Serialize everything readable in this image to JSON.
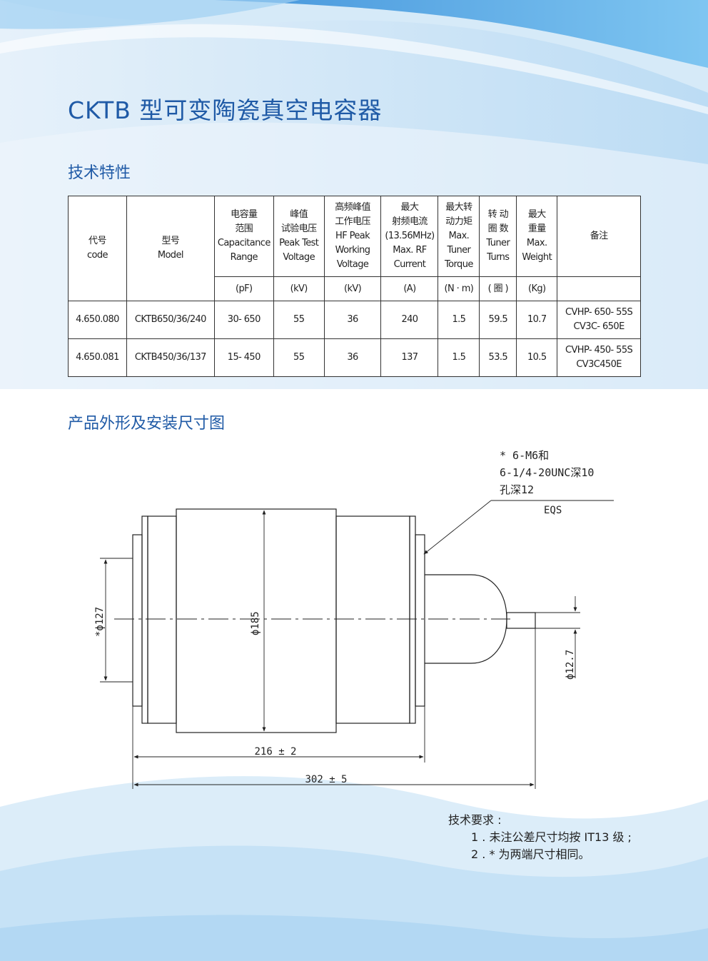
{
  "title": "CKTB 型可变陶瓷真空电容器",
  "section_specs": "技术特性",
  "section_drawing": "产品外形及安装尺寸图",
  "table": {
    "headers": [
      [
        "代号",
        "code"
      ],
      [
        "型号",
        "Model"
      ],
      [
        "电容量",
        "范围",
        "Capacitance",
        "Range"
      ],
      [
        "峰值",
        "试验电压",
        "Peak Test",
        "Voltage"
      ],
      [
        "高频峰值",
        "工作电压",
        "HF Peak",
        "Working",
        "Voltage"
      ],
      [
        "最大",
        "射频电流",
        "(13.56MHz)",
        "Max. RF",
        "Current"
      ],
      [
        "最大转",
        "动力矩",
        "Max.",
        "Tuner",
        "Torque"
      ],
      [
        "转 动",
        "圈 数",
        "Tuner",
        "Turns"
      ],
      [
        "最大",
        "重量",
        "Max.",
        "Weight"
      ],
      [
        "备注"
      ]
    ],
    "units": [
      "(pF)",
      "(kV)",
      "(kV)",
      "(A)",
      "(N · m)",
      "( 圈 )",
      "(Kg)",
      ""
    ],
    "rows": [
      [
        "4.650.080",
        "CKTB650/36/240",
        "30- 650",
        "55",
        "36",
        "240",
        "1.5",
        "59.5",
        "10.7",
        [
          "CVHP- 650- 55S",
          "CV3C- 650E"
        ]
      ],
      [
        "4.650.081",
        "CKTB450/36/137",
        "15- 450",
        "55",
        "36",
        "137",
        "1.5",
        "53.5",
        "10.5",
        [
          "CVHP- 450- 55S",
          "CV3C450E"
        ]
      ]
    ]
  },
  "drawing": {
    "note_lines": [
      "* 6-M6和",
      "6-1/4-20UNC深10",
      "孔深12"
    ],
    "eqs": "EQS",
    "dim_phi127": "*ϕ127",
    "dim_phi185": "ϕ185",
    "dim_phi12_7": "ϕ12.7",
    "dim_216": "216 ± 2",
    "dim_302": "302 ± 5"
  },
  "requirements": {
    "heading": "技术要求 :",
    "items": [
      "1 . 未注公差尺寸均按 IT13 级 ;",
      "2 . * 为两端尺寸相同。"
    ]
  },
  "colors": {
    "title_blue": "#1f5aa6",
    "wave_blue": "#4aa6e8",
    "wave_light": "#cfe6f7"
  }
}
